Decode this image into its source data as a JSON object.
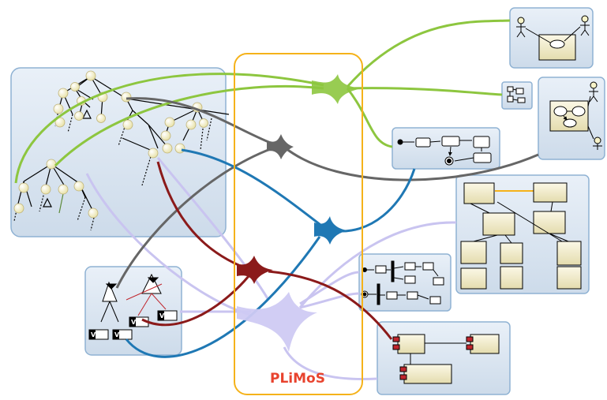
{
  "brand_label": "PLiMoS",
  "variant_label": "V",
  "connectors": [
    {
      "name": "green-hub",
      "color": "#8dc63f"
    },
    {
      "name": "gray-hub",
      "color": "#666666"
    },
    {
      "name": "blue-hub",
      "color": "#1f78b4"
    },
    {
      "name": "red-hub",
      "color": "#8b1a1a"
    },
    {
      "name": "lavender-hub",
      "color": "#c9c4f0"
    }
  ],
  "colors": {
    "panel_fill": "#dbe7f3",
    "panel_stroke": "#8fb2d3",
    "node_fill": "#f7f3c9",
    "box_fill": "#f4efcf",
    "frame": "#f5b21a",
    "brand": "#e8432e"
  }
}
